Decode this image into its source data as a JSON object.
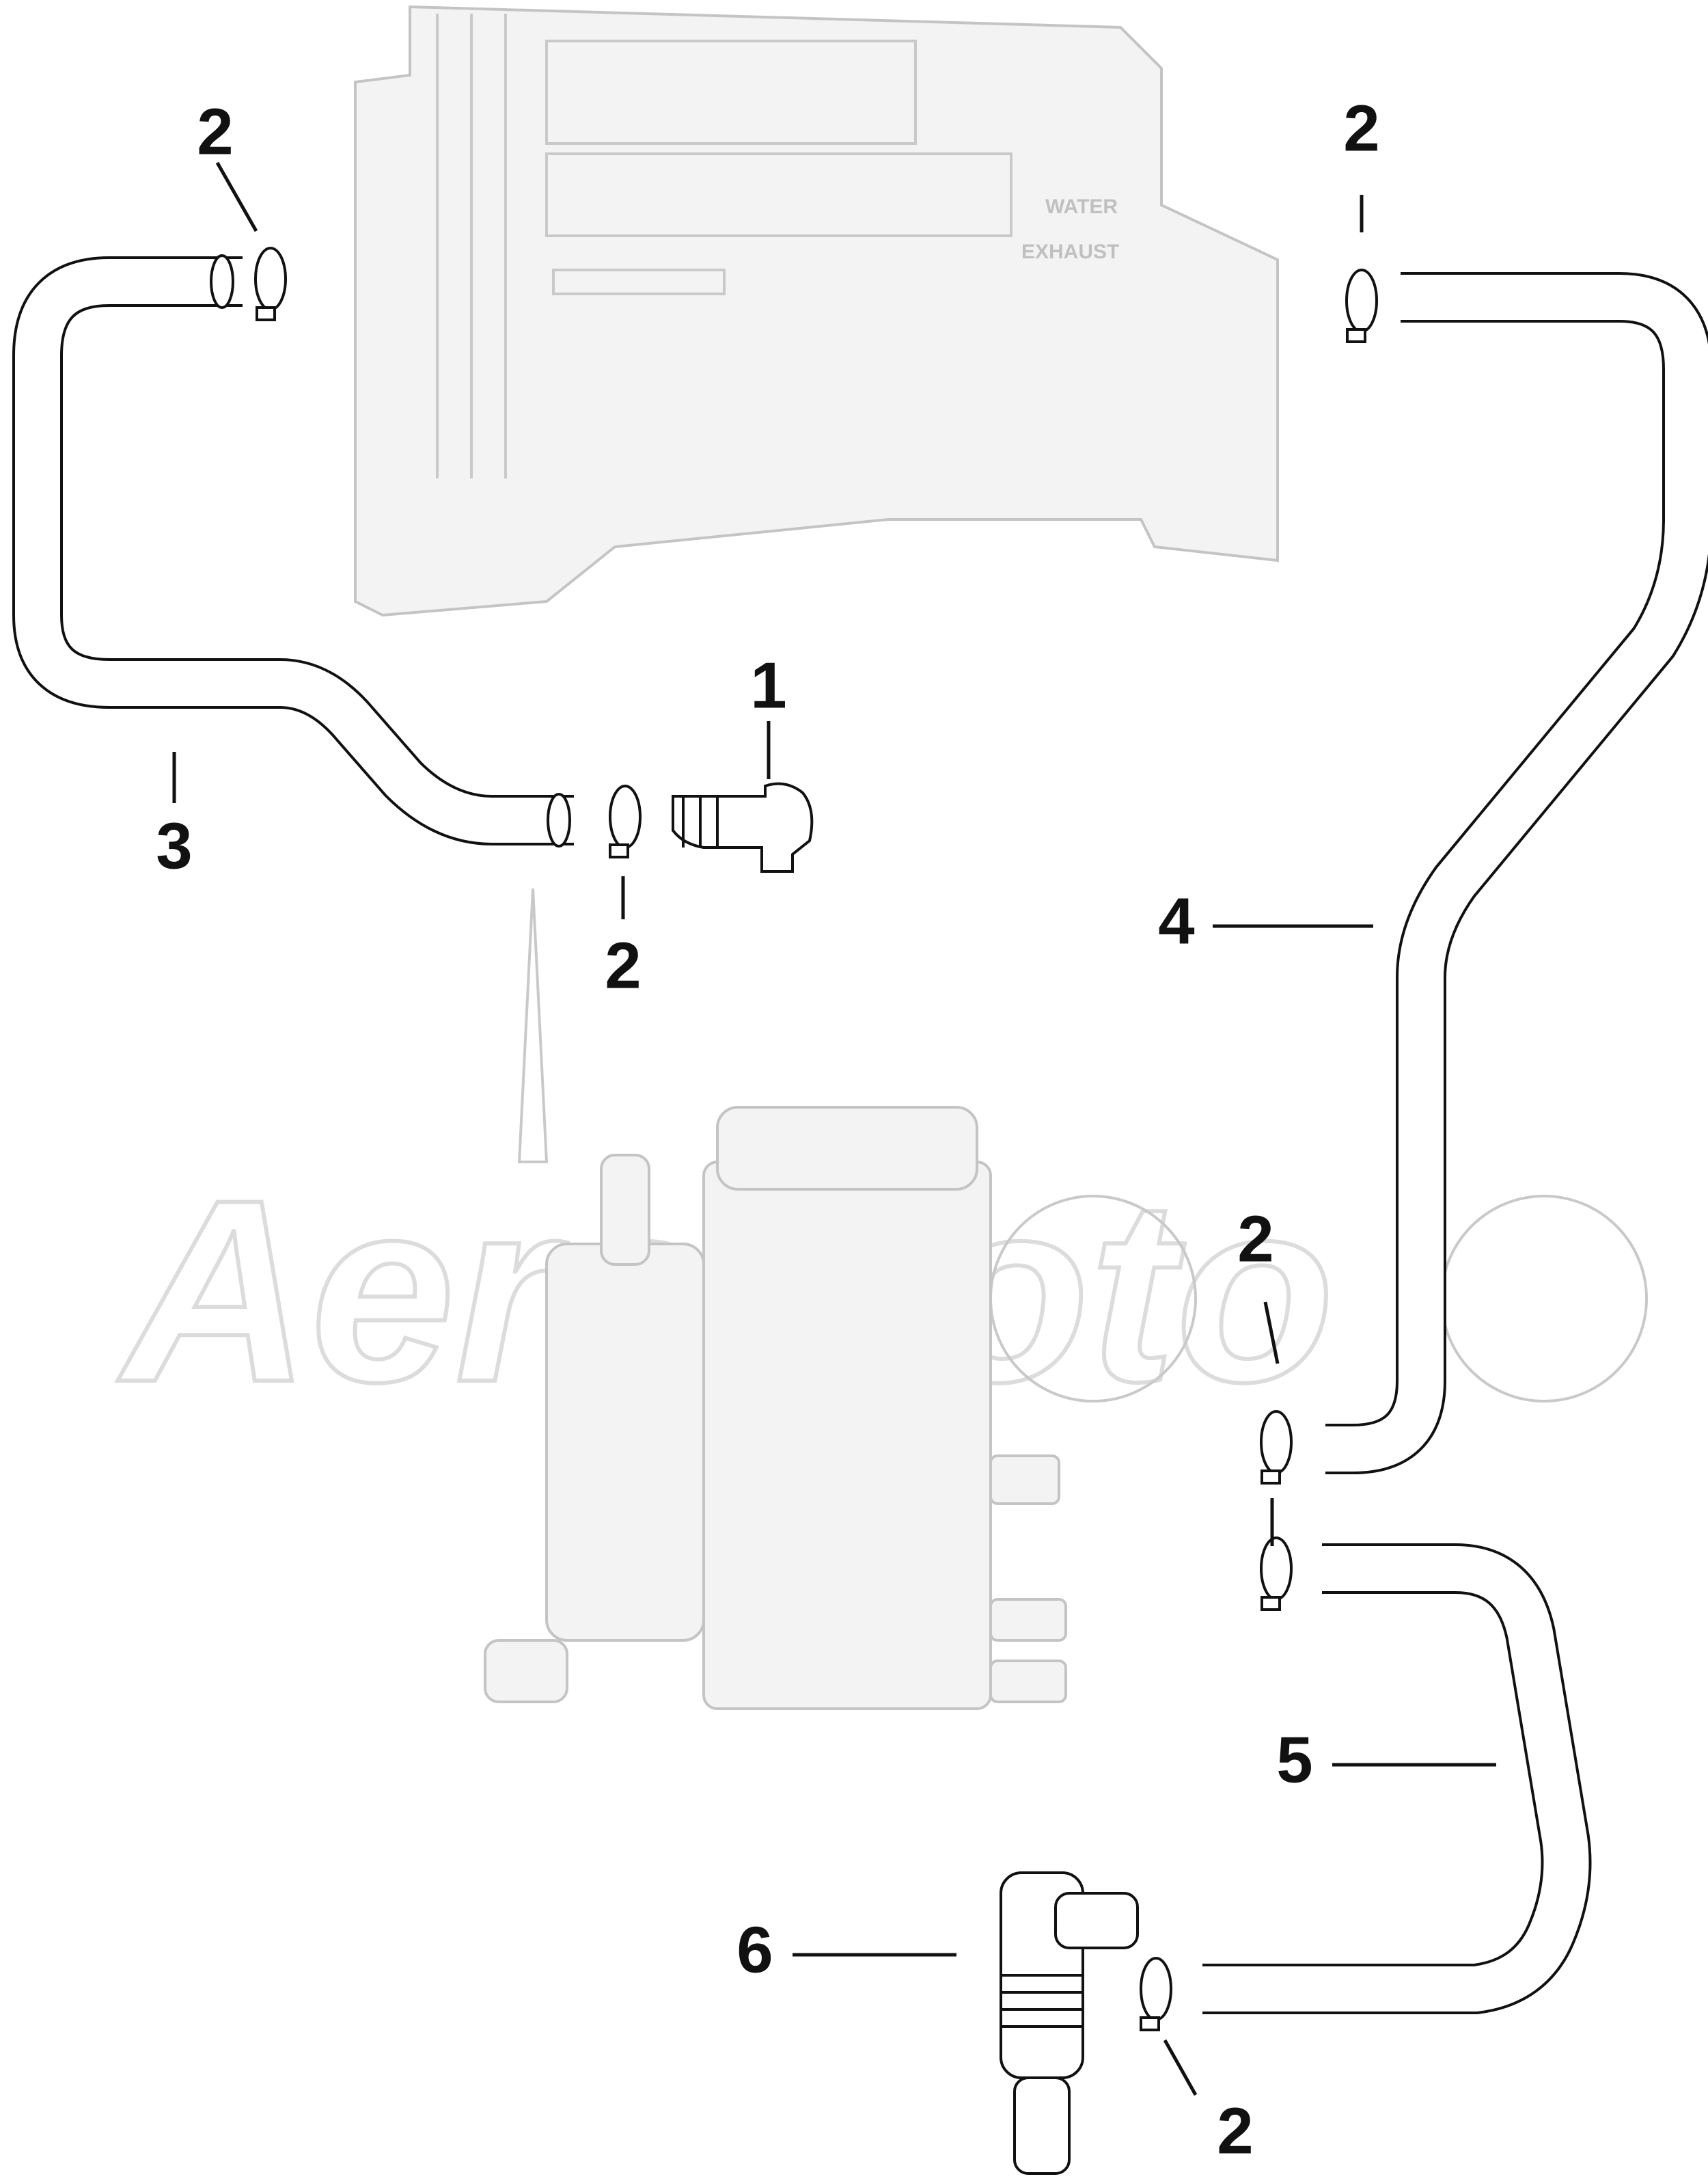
{
  "callouts": [
    {
      "id": "c1",
      "label": "1"
    },
    {
      "id": "c2a",
      "label": "2"
    },
    {
      "id": "c2b",
      "label": "2"
    },
    {
      "id": "c2c",
      "label": "2"
    },
    {
      "id": "c2d",
      "label": "2"
    },
    {
      "id": "c2e",
      "label": "2"
    },
    {
      "id": "c3",
      "label": "3"
    },
    {
      "id": "c4",
      "label": "4"
    },
    {
      "id": "c5",
      "label": "5"
    },
    {
      "id": "c6",
      "label": "6"
    }
  ],
  "module_text": {
    "water": "WATER",
    "exhaust": "EXHAUST"
  }
}
